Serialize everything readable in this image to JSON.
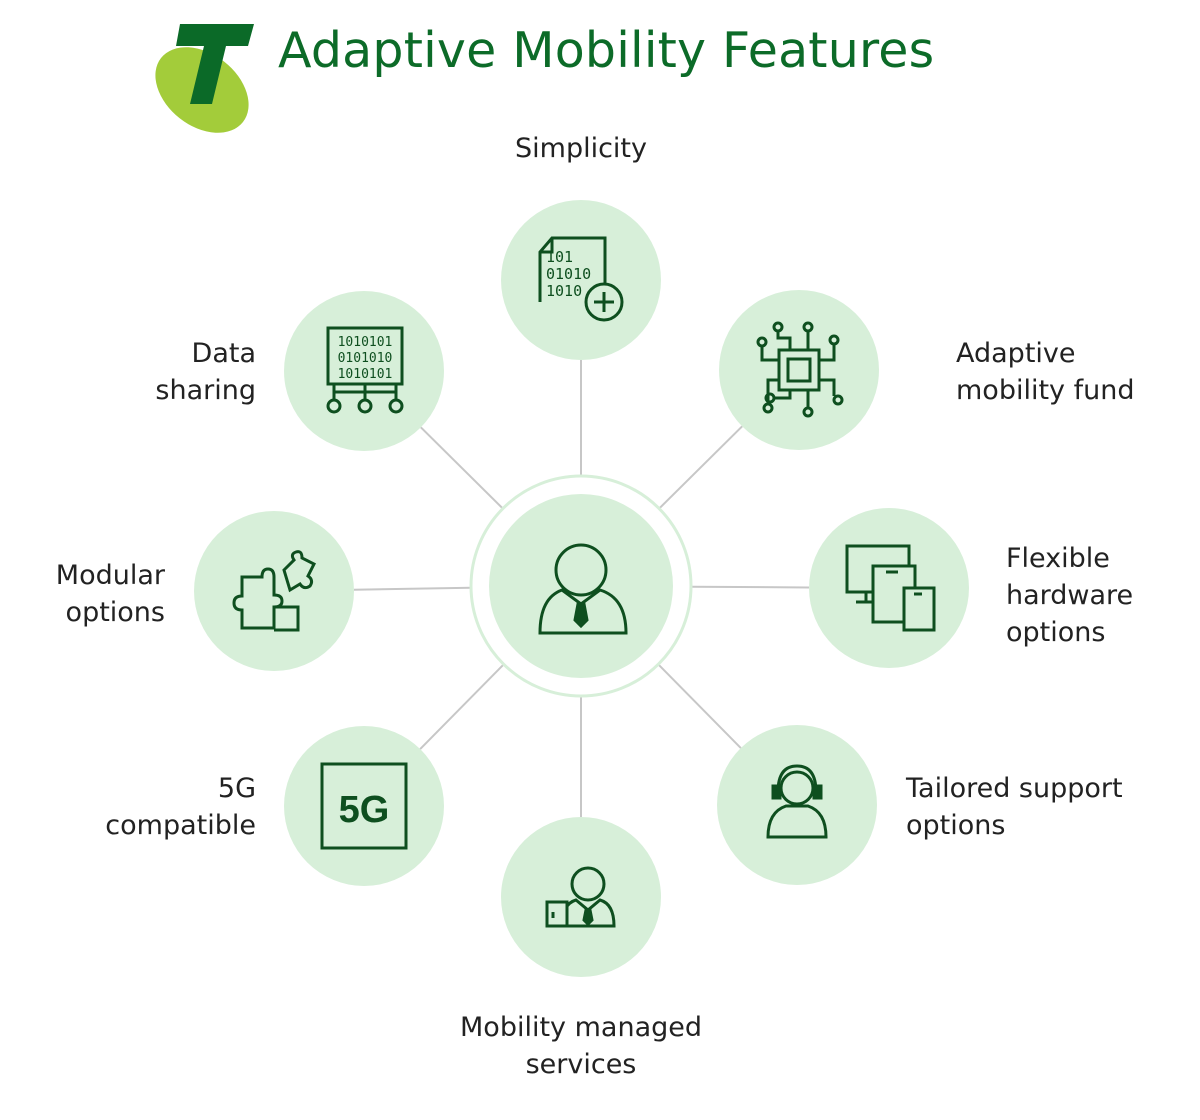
{
  "title": "Adaptive Mobility Features",
  "colors": {
    "brand_green": "#0c6b28",
    "circle_fill": "#d7efd9",
    "icon_stroke": "#0e4f1f",
    "connector": "#c7c7c7",
    "logo_lime": "#a3cc3a",
    "logo_dark": "#0b6a28"
  },
  "center": {
    "icon": "person-with-tie-icon"
  },
  "features": [
    {
      "id": "simplicity",
      "lines": [
        "Simplicity"
      ],
      "icon": "binary-document-add-icon"
    },
    {
      "id": "adaptive-mobility-fund",
      "lines": [
        "Adaptive",
        "mobility fund"
      ],
      "icon": "circuit-chip-icon"
    },
    {
      "id": "flexible-hardware-options",
      "lines": [
        "Flexible",
        "hardware",
        "options"
      ],
      "icon": "multi-device-icon"
    },
    {
      "id": "tailored-support-options",
      "lines": [
        "Tailored support",
        "options"
      ],
      "icon": "headset-agent-icon"
    },
    {
      "id": "mobility-managed-services",
      "lines": [
        "Mobility managed",
        "services"
      ],
      "icon": "agent-with-phone-icon"
    },
    {
      "id": "5g-compatible",
      "lines": [
        "5G",
        "compatible"
      ],
      "icon": "5g-chip-icon",
      "icon_text": "5G"
    },
    {
      "id": "modular-options",
      "lines": [
        "Modular",
        "options"
      ],
      "icon": "puzzle-pieces-icon"
    },
    {
      "id": "data-sharing",
      "lines": [
        "Data",
        "sharing"
      ],
      "icon": "data-board-network-icon",
      "icon_text": [
        "1010101",
        "0101010",
        "1010101"
      ]
    }
  ],
  "simplicity_icon_text": [
    "101",
    "01010",
    "1010"
  ]
}
